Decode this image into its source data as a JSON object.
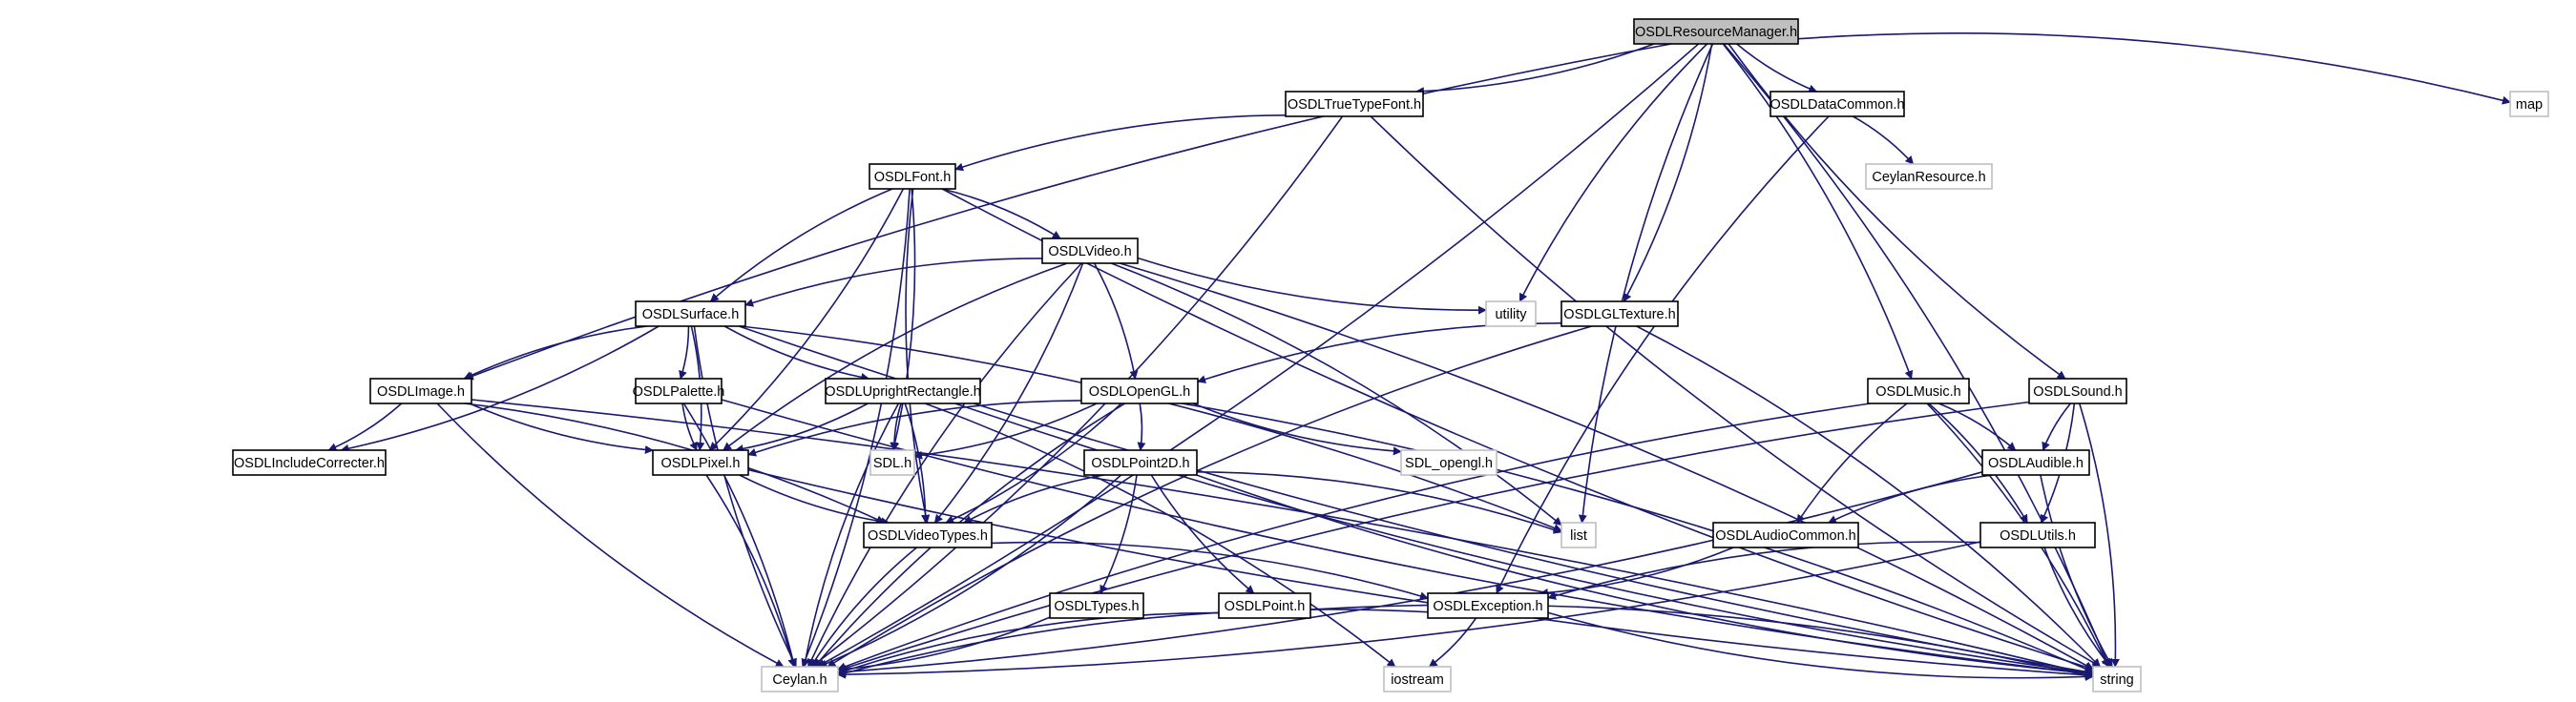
{
  "colors": {
    "edge": "#191970",
    "root_fill": "#bfbfbf",
    "node_border": "#000000",
    "external_border": "#bfbfbf",
    "background": "#ffffff"
  },
  "nodes": [
    {
      "id": "resmgr",
      "label": "OSDLResourceManager.h",
      "kind": "root"
    },
    {
      "id": "ttf",
      "label": "OSDLTrueTypeFont.h",
      "kind": "internal"
    },
    {
      "id": "datacommon",
      "label": "OSDLDataCommon.h",
      "kind": "internal"
    },
    {
      "id": "map",
      "label": "map",
      "kind": "external"
    },
    {
      "id": "ceylanres",
      "label": "CeylanResource.h",
      "kind": "external"
    },
    {
      "id": "font",
      "label": "OSDLFont.h",
      "kind": "internal"
    },
    {
      "id": "video",
      "label": "OSDLVideo.h",
      "kind": "internal"
    },
    {
      "id": "surface",
      "label": "OSDLSurface.h",
      "kind": "internal"
    },
    {
      "id": "utility",
      "label": "utility",
      "kind": "external"
    },
    {
      "id": "gltexture",
      "label": "OSDLGLTexture.h",
      "kind": "internal"
    },
    {
      "id": "image",
      "label": "OSDLImage.h",
      "kind": "internal"
    },
    {
      "id": "palette",
      "label": "OSDLPalette.h",
      "kind": "internal"
    },
    {
      "id": "upright",
      "label": "OSDLUprightRectangle.h",
      "kind": "internal"
    },
    {
      "id": "opengl",
      "label": "OSDLOpenGL.h",
      "kind": "internal"
    },
    {
      "id": "music",
      "label": "OSDLMusic.h",
      "kind": "internal"
    },
    {
      "id": "sound",
      "label": "OSDLSound.h",
      "kind": "internal"
    },
    {
      "id": "includecorr",
      "label": "OSDLIncludeCorrecter.h",
      "kind": "internal"
    },
    {
      "id": "pixel",
      "label": "OSDLPixel.h",
      "kind": "internal"
    },
    {
      "id": "sdlh",
      "label": "SDL.h",
      "kind": "external"
    },
    {
      "id": "sdlopengl",
      "label": "SDL_opengl.h",
      "kind": "external"
    },
    {
      "id": "point2d",
      "label": "OSDLPoint2D.h",
      "kind": "internal"
    },
    {
      "id": "audible",
      "label": "OSDLAudible.h",
      "kind": "internal"
    },
    {
      "id": "list",
      "label": "list",
      "kind": "external"
    },
    {
      "id": "audiocommon",
      "label": "OSDLAudioCommon.h",
      "kind": "internal"
    },
    {
      "id": "utils",
      "label": "OSDLUtils.h",
      "kind": "internal"
    },
    {
      "id": "videotypes",
      "label": "OSDLVideoTypes.h",
      "kind": "internal"
    },
    {
      "id": "types",
      "label": "OSDLTypes.h",
      "kind": "internal"
    },
    {
      "id": "point",
      "label": "OSDLPoint.h",
      "kind": "internal"
    },
    {
      "id": "exception",
      "label": "OSDLException.h",
      "kind": "internal"
    },
    {
      "id": "ceylan",
      "label": "Ceylan.h",
      "kind": "external"
    },
    {
      "id": "iostream",
      "label": "iostream",
      "kind": "external"
    },
    {
      "id": "string",
      "label": "string",
      "kind": "external"
    }
  ],
  "edges": [
    [
      "resmgr",
      "ttf"
    ],
    [
      "resmgr",
      "datacommon"
    ],
    [
      "resmgr",
      "map"
    ],
    [
      "resmgr",
      "image"
    ],
    [
      "resmgr",
      "ceylan"
    ],
    [
      "resmgr",
      "utility"
    ],
    [
      "resmgr",
      "gltexture"
    ],
    [
      "resmgr",
      "list"
    ],
    [
      "resmgr",
      "music"
    ],
    [
      "resmgr",
      "sound"
    ],
    [
      "resmgr",
      "string"
    ],
    [
      "ttf",
      "font"
    ],
    [
      "ttf",
      "ceylan"
    ],
    [
      "ttf",
      "string"
    ],
    [
      "datacommon",
      "ceylanres"
    ],
    [
      "datacommon",
      "exception"
    ],
    [
      "font",
      "video"
    ],
    [
      "font",
      "surface"
    ],
    [
      "font",
      "pixel"
    ],
    [
      "font",
      "videotypes"
    ],
    [
      "font",
      "ceylan"
    ],
    [
      "font",
      "string"
    ],
    [
      "font",
      "sdlh"
    ],
    [
      "video",
      "surface"
    ],
    [
      "video",
      "opengl"
    ],
    [
      "video",
      "utility"
    ],
    [
      "video",
      "list"
    ],
    [
      "video",
      "pixel"
    ],
    [
      "video",
      "videotypes"
    ],
    [
      "video",
      "ceylan"
    ],
    [
      "video",
      "string"
    ],
    [
      "surface",
      "image"
    ],
    [
      "surface",
      "palette"
    ],
    [
      "surface",
      "upright"
    ],
    [
      "surface",
      "includecorr"
    ],
    [
      "surface",
      "ceylan"
    ],
    [
      "surface",
      "list"
    ],
    [
      "surface",
      "string"
    ],
    [
      "surface",
      "pixel"
    ],
    [
      "gltexture",
      "opengl"
    ],
    [
      "gltexture",
      "string"
    ],
    [
      "gltexture",
      "ceylan"
    ],
    [
      "image",
      "includecorr"
    ],
    [
      "image",
      "pixel"
    ],
    [
      "image",
      "videotypes"
    ],
    [
      "image",
      "ceylan"
    ],
    [
      "image",
      "string"
    ],
    [
      "palette",
      "pixel"
    ],
    [
      "palette",
      "ceylan"
    ],
    [
      "palette",
      "string"
    ],
    [
      "upright",
      "pixel"
    ],
    [
      "upright",
      "sdlh"
    ],
    [
      "upright",
      "videotypes"
    ],
    [
      "upright",
      "ceylan"
    ],
    [
      "upright",
      "iostream"
    ],
    [
      "upright",
      "string"
    ],
    [
      "opengl",
      "point2d"
    ],
    [
      "opengl",
      "pixel"
    ],
    [
      "opengl",
      "sdlh"
    ],
    [
      "opengl",
      "sdlopengl"
    ],
    [
      "opengl",
      "videotypes"
    ],
    [
      "opengl",
      "ceylan"
    ],
    [
      "opengl",
      "string"
    ],
    [
      "pixel",
      "videotypes"
    ],
    [
      "pixel",
      "ceylan"
    ],
    [
      "pixel",
      "string"
    ],
    [
      "point2d",
      "list"
    ],
    [
      "point2d",
      "videotypes"
    ],
    [
      "point2d",
      "types"
    ],
    [
      "point2d",
      "point"
    ],
    [
      "point2d",
      "ceylan"
    ],
    [
      "point2d",
      "string"
    ],
    [
      "videotypes",
      "exception"
    ],
    [
      "videotypes",
      "ceylan"
    ],
    [
      "types",
      "ceylan"
    ],
    [
      "point",
      "ceylan"
    ],
    [
      "point",
      "string"
    ],
    [
      "exception",
      "ceylan"
    ],
    [
      "exception",
      "iostream"
    ],
    [
      "exception",
      "string"
    ],
    [
      "music",
      "audible"
    ],
    [
      "music",
      "audiocommon"
    ],
    [
      "music",
      "utils"
    ],
    [
      "music",
      "ceylan"
    ],
    [
      "music",
      "string"
    ],
    [
      "sound",
      "audible"
    ],
    [
      "sound",
      "utils"
    ],
    [
      "sound",
      "ceylan"
    ],
    [
      "sound",
      "string"
    ],
    [
      "audible",
      "audiocommon"
    ],
    [
      "audible",
      "ceylan"
    ],
    [
      "audible",
      "string"
    ],
    [
      "audiocommon",
      "exception"
    ],
    [
      "utils",
      "exception"
    ],
    [
      "utils",
      "ceylan"
    ],
    [
      "utils",
      "string"
    ]
  ]
}
